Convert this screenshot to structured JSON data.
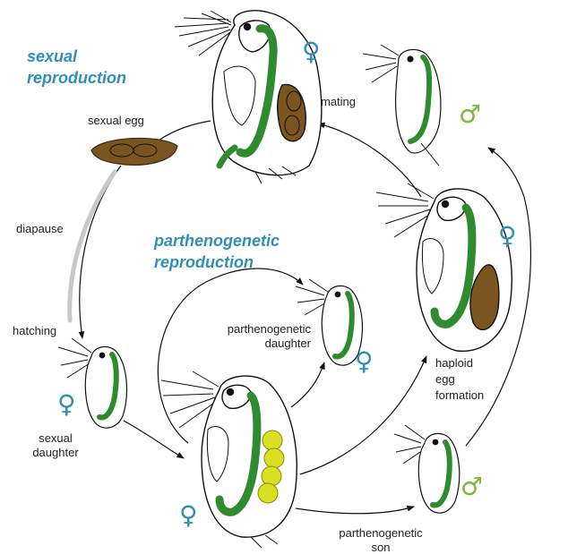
{
  "headings": {
    "sexual": [
      "sexual",
      "reproduction"
    ],
    "parthenogenetic": [
      "parthenogenetic",
      "reproduction"
    ]
  },
  "labels": {
    "sexual_egg": "sexual egg",
    "mating": "mating",
    "diapause": "diapause",
    "hatching": "hatching",
    "parthenogenetic_daughter": [
      "parthenogenetic",
      "daughter"
    ],
    "haploid_egg_formation": [
      "haploid",
      "egg",
      "formation"
    ],
    "sexual_daughter": [
      "sexual",
      "daughter"
    ],
    "parthenogenetic_son": [
      "parthenogenetic",
      "son"
    ]
  },
  "symbols": {
    "female": "♀",
    "male": "♂"
  },
  "colors": {
    "heading": "#2f8fb8",
    "female_symbol": "#2f8fb8",
    "male_symbol": "#7fb83a",
    "gut": "#2e8b2e",
    "sexual_egg": "#7a5520",
    "parthenogenetic_eggs": "#d9e021",
    "diapause_band": "#c8c8c8",
    "outline": "#111111"
  }
}
